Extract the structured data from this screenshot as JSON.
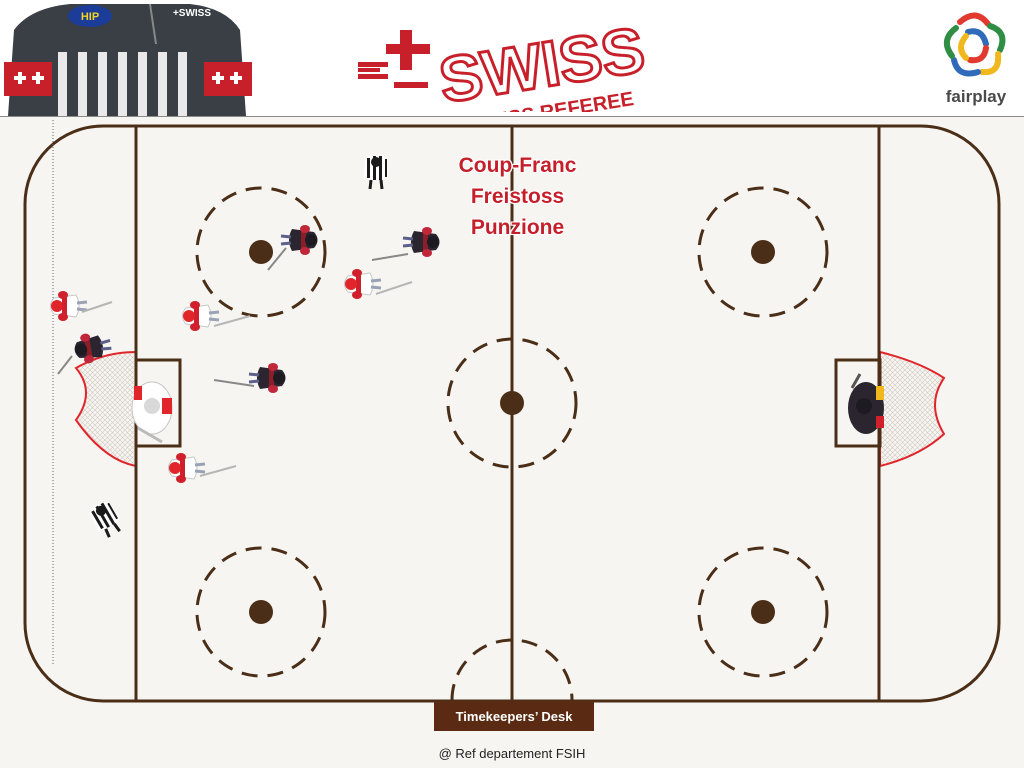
{
  "header": {
    "jersey_sponsor": "HIP",
    "jersey_brand": "+SWISS",
    "logo_main": "SWISS",
    "logo_sub": "SWISS REFEREE",
    "fairplay_label": "fairplay",
    "icons": [
      "referee-jersey-image",
      "swiss-cross-logo-icon",
      "fairplay-logo-icon"
    ]
  },
  "play": {
    "lines": [
      "Coup-Franc",
      "Freistoss",
      "Punzione"
    ],
    "color": "#c51f2c"
  },
  "rink": {
    "board_color": "#4b2e17",
    "crease_color": "#e0262b",
    "background": "#f7f5f1",
    "players": {
      "home_color": "#ffffff",
      "away_color": "#2b2530",
      "accent_color": "#d0202b"
    }
  },
  "timekeepers_label": "Timekeepers’ Desk",
  "footer": "@ Ref departement FSIH"
}
